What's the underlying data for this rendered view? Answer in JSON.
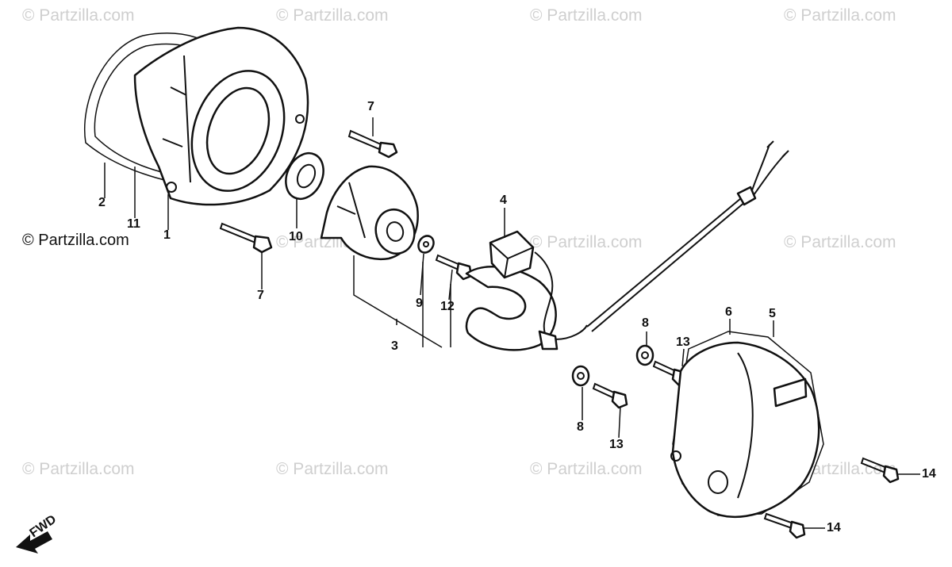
{
  "watermark": "© Partzilla.com",
  "credit": "© Partzilla.com",
  "fwd_label": "FWD",
  "callouts": [
    {
      "id": "c2",
      "label": "2"
    },
    {
      "id": "c11",
      "label": "11"
    },
    {
      "id": "c1",
      "label": "1"
    },
    {
      "id": "c10",
      "label": "10"
    },
    {
      "id": "c7a",
      "label": "7"
    },
    {
      "id": "c7b",
      "label": "7"
    },
    {
      "id": "c3",
      "label": "3"
    },
    {
      "id": "c9",
      "label": "9"
    },
    {
      "id": "c12",
      "label": "12"
    },
    {
      "id": "c4",
      "label": "4"
    },
    {
      "id": "c8a",
      "label": "8"
    },
    {
      "id": "c13a",
      "label": "13"
    },
    {
      "id": "c6",
      "label": "6"
    },
    {
      "id": "c5",
      "label": "5"
    },
    {
      "id": "c8b",
      "label": "8"
    },
    {
      "id": "c13b",
      "label": "13"
    },
    {
      "id": "c14a",
      "label": "14"
    },
    {
      "id": "c14b",
      "label": "14"
    }
  ]
}
